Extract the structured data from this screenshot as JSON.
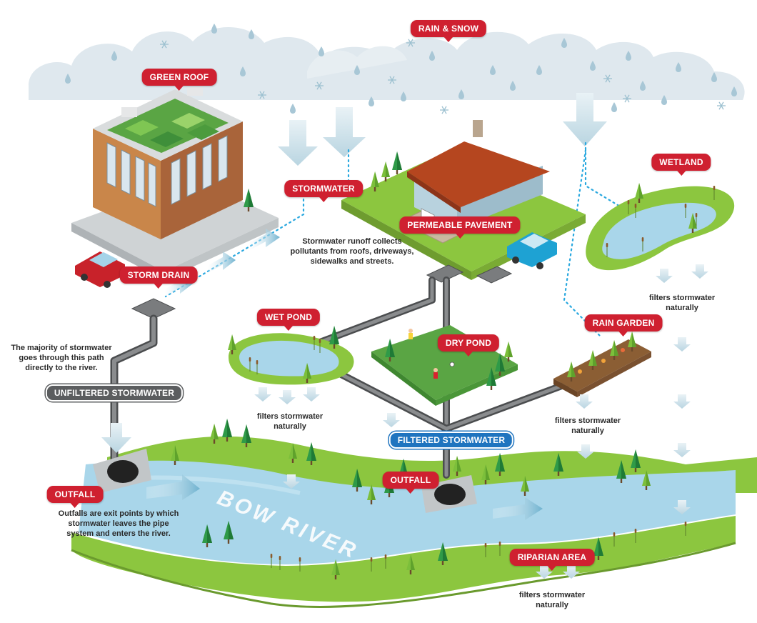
{
  "labels": {
    "rain_snow": "RAIN & SNOW",
    "green_roof": "GREEN ROOF",
    "stormwater": "STORMWATER",
    "permeable_pavement": "PERMEABLE PAVEMENT",
    "wetland": "WETLAND",
    "storm_drain": "STORM DRAIN",
    "wet_pond": "WET POND",
    "dry_pond": "DRY POND",
    "rain_garden": "RAIN GARDEN",
    "unfiltered_stormwater": "UNFILTERED STORMWATER",
    "filtered_stormwater": "FILTERED STORMWATER",
    "outfall_left": "OUTFALL",
    "outfall_center": "OUTFALL",
    "riparian_area": "RIPARIAN AREA",
    "river_name": "BOW RIVER"
  },
  "notes": {
    "runoff": [
      "Stormwater runoff collects",
      "pollutants from roofs, driveways,",
      "sidewalks and streets."
    ],
    "majority": [
      "The majority of stormwater",
      "goes through this path",
      "directly to the river."
    ],
    "outfalls": [
      "Outfalls are exit points by which",
      "stormwater leaves the pipe",
      "system and enters the river."
    ],
    "filters_wetland": [
      "filters stormwater",
      "naturally"
    ],
    "filters_wet_pond": [
      "filters stormwater",
      "naturally"
    ],
    "filters_rain_garden": [
      "filters stormwater",
      "naturally"
    ],
    "filters_riparian": [
      "filters stormwater",
      "naturally"
    ]
  },
  "colors": {
    "label_red": "#cf2030",
    "unfiltered_gray": "#5b5d5f",
    "filtered_blue": "#1f74bf",
    "river": "#a9d6ea",
    "grass": "#8cc63f",
    "pipe": "#6d6e70",
    "dotted_path": "#29a8df"
  }
}
